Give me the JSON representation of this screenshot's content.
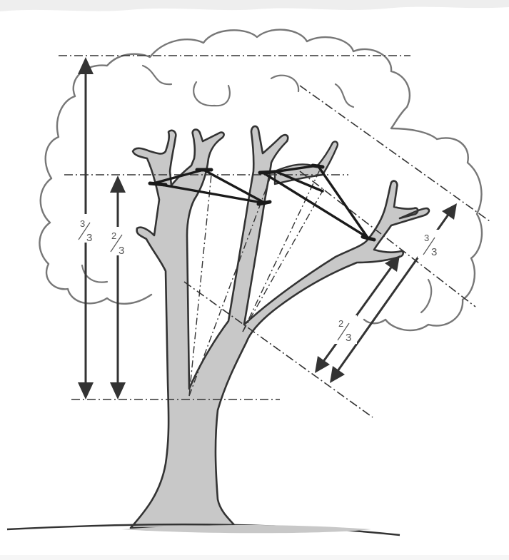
{
  "diagram": {
    "colors": {
      "trunk_fill": "#c8c8c8",
      "outline": "#333333",
      "crown_outline": "#777777",
      "guide_line": "#333333",
      "arrow": "#333333",
      "cable": "#1a1a1a",
      "label": "#555555"
    },
    "fractions": {
      "vertical_full": {
        "numerator": "3",
        "denominator": "3"
      },
      "vertical_two_thirds": {
        "numerator": "2",
        "denominator": "3"
      },
      "leaning_full": {
        "numerator": "3",
        "denominator": "3"
      },
      "leaning_two_thirds": {
        "numerator": "2",
        "denominator": "3"
      }
    }
  }
}
